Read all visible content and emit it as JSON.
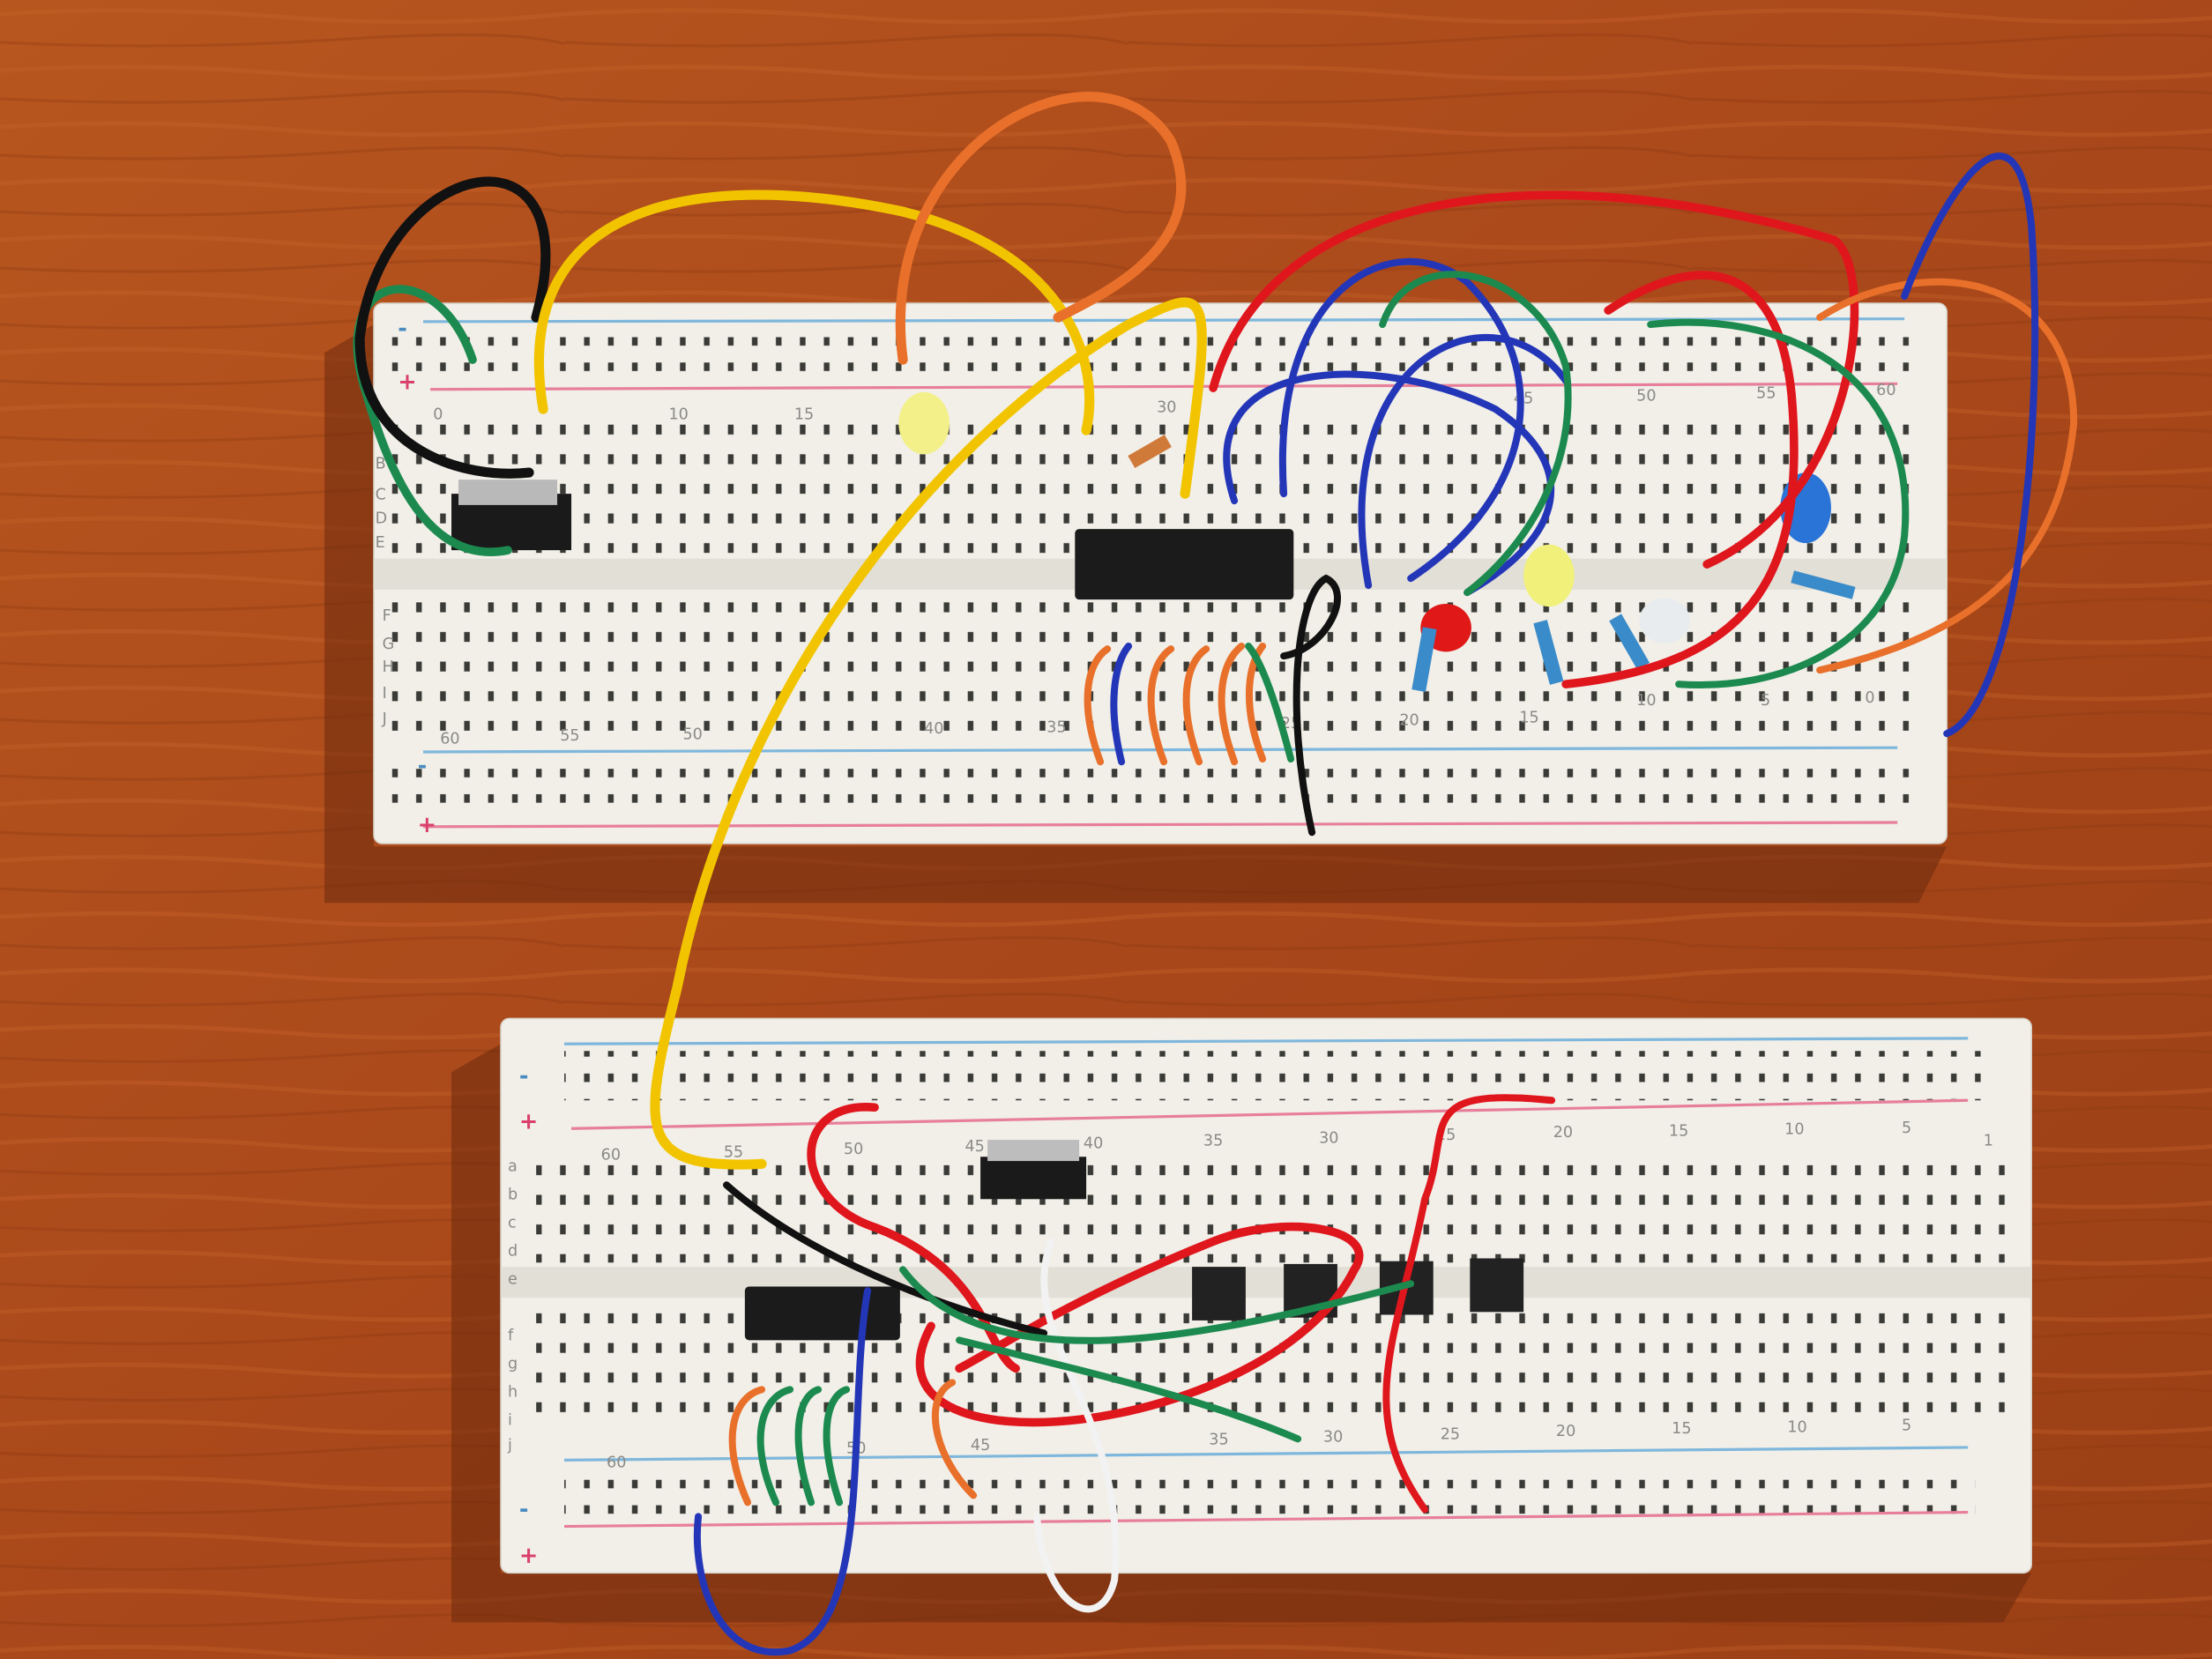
{
  "scene": {
    "description_colors": {
      "wood": "#b0511f",
      "breadboard": "#f1efe8",
      "rail_blue": "#7fb7dc",
      "rail_red": "#e87f9a"
    },
    "top_breadboard": {
      "top_numbers": [
        "0",
        "10",
        "15",
        "30",
        "45",
        "50",
        "55",
        "60"
      ],
      "bottom_numbers": [
        "60",
        "55",
        "50",
        "40",
        "35",
        "25",
        "20",
        "15",
        "10",
        "5",
        "0"
      ],
      "row_letters_left": [
        "B",
        "C",
        "D",
        "E",
        "F",
        "G",
        "H",
        "I",
        "J"
      ],
      "rail_signs": [
        "-",
        "+",
        "-",
        "+"
      ]
    },
    "bottom_breadboard": {
      "top_numbers": [
        "60",
        "55",
        "50",
        "45",
        "40",
        "35",
        "30",
        "25",
        "20",
        "15",
        "10",
        "5",
        "1"
      ],
      "bottom_numbers": [
        "60",
        "50",
        "45",
        "35",
        "30",
        "25",
        "20",
        "15",
        "10",
        "5"
      ],
      "row_letters_left": [
        "a",
        "b",
        "c",
        "d",
        "e",
        "f",
        "g",
        "h",
        "i",
        "j"
      ],
      "rail_signs": [
        "-",
        "+",
        "-",
        "+"
      ]
    },
    "components": {
      "led_colors": [
        "#f3f08a",
        "#e01818",
        "#f1f07a",
        "#2a74d8",
        "#e8ecef"
      ],
      "wire_colors": [
        "#111111",
        "#1c8a4f",
        "#f2c400",
        "#e8702a",
        "#e0161d",
        "#2436b8",
        "#f2f2f2"
      ]
    }
  }
}
